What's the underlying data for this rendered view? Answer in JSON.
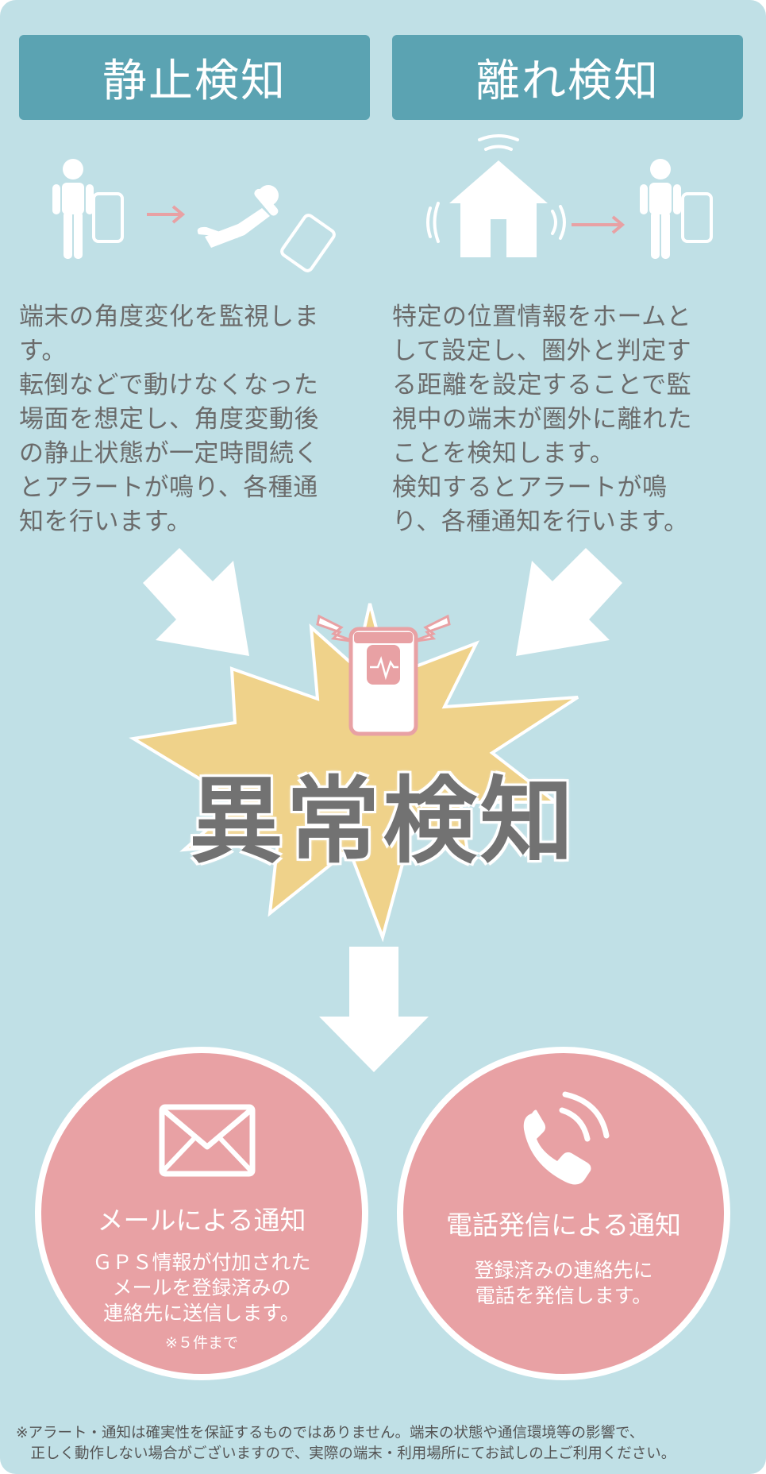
{
  "headers": {
    "stationary": "静止検知",
    "separation": "離れ検知"
  },
  "descriptions": {
    "stationary": "端末の角度変化を監視しま\nす。\n転倒などで動けなくなった\n場面を想定し、角度変動後\nの静止状態が一定時間続く\nとアラートが鳴り、各種通\n知を行います。",
    "separation": "特定の位置情報をホームと\nして設定し、圏外と判定す\nる距離を設定することで監\n視中の端末が圏外に離れた\nことを検知します。\n検知するとアラートが鳴\nり、各種通知を行います。"
  },
  "center_title": "異常検知",
  "notifications": {
    "mail": {
      "icon": "envelope-icon",
      "title": "メールによる通知",
      "body": "ＧＰＳ情報が付加された\nメールを登録済みの\n連絡先に送信します。",
      "note": "※５件まで"
    },
    "phone": {
      "icon": "phone-icon",
      "title": "電話発信による通知",
      "body": "登録済みの連絡先に\n電話を発信します。"
    }
  },
  "footer": "※アラート・通知は確実性を保証するものではありません。端末の状態や通信環境等の影響で、\n　正しく動作しない場合がございますので、実際の端末・利用場所にてお試しの上ご利用ください。",
  "colors": {
    "background": "#c0e0e6",
    "header": "#5ba3b2",
    "accent_pink": "#e8a1a4",
    "starburst": "#efd28a",
    "text": "#6b6b6b"
  }
}
